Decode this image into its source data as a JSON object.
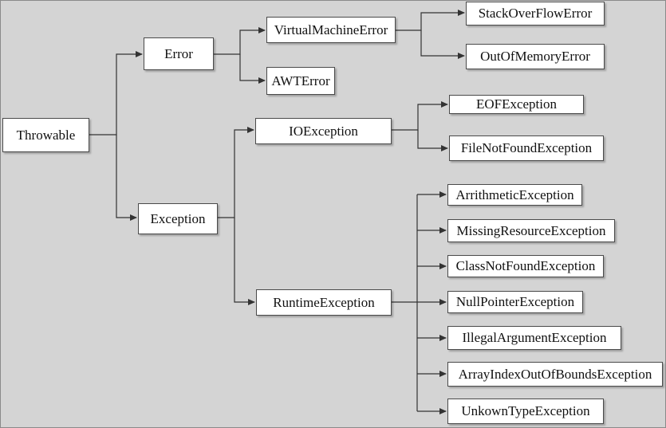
{
  "colors": {
    "background": "#d4d4d4",
    "node_fill": "#ffffff",
    "node_border": "#4a4a4a",
    "edge": "#333333"
  },
  "nodes": {
    "throwable": "Throwable",
    "error": "Error",
    "exception": "Exception",
    "virtual_machine_error": "VirtualMachineError",
    "awt_error": "AWTError",
    "stack_overflow_error": "StackOverFlowError",
    "out_of_memory_error": "OutOfMemoryError",
    "io_exception": "IOException",
    "runtime_exception": "RuntimeException",
    "eof_exception": "EOFException",
    "file_not_found_exception": "FileNotFoundException",
    "arithmetic_exception": "ArrithmeticException",
    "missing_resource_exception": "MissingResourceException",
    "class_not_found_exception": "ClassNotFoundException",
    "null_pointer_exception": "NullPointerException",
    "illegal_argument_exception": "IllegalArgumentException",
    "array_index_out_of_bounds_exception": "ArrayIndexOutOfBoundsException",
    "unknown_type_exception": "UnkownTypeException"
  },
  "edges": [
    [
      "throwable",
      "error"
    ],
    [
      "throwable",
      "exception"
    ],
    [
      "error",
      "virtual_machine_error"
    ],
    [
      "error",
      "awt_error"
    ],
    [
      "virtual_machine_error",
      "stack_overflow_error"
    ],
    [
      "virtual_machine_error",
      "out_of_memory_error"
    ],
    [
      "exception",
      "io_exception"
    ],
    [
      "exception",
      "runtime_exception"
    ],
    [
      "io_exception",
      "eof_exception"
    ],
    [
      "io_exception",
      "file_not_found_exception"
    ],
    [
      "runtime_exception",
      "arithmetic_exception"
    ],
    [
      "runtime_exception",
      "missing_resource_exception"
    ],
    [
      "runtime_exception",
      "class_not_found_exception"
    ],
    [
      "runtime_exception",
      "null_pointer_exception"
    ],
    [
      "runtime_exception",
      "illegal_argument_exception"
    ],
    [
      "runtime_exception",
      "array_index_out_of_bounds_exception"
    ],
    [
      "runtime_exception",
      "unknown_type_exception"
    ]
  ]
}
